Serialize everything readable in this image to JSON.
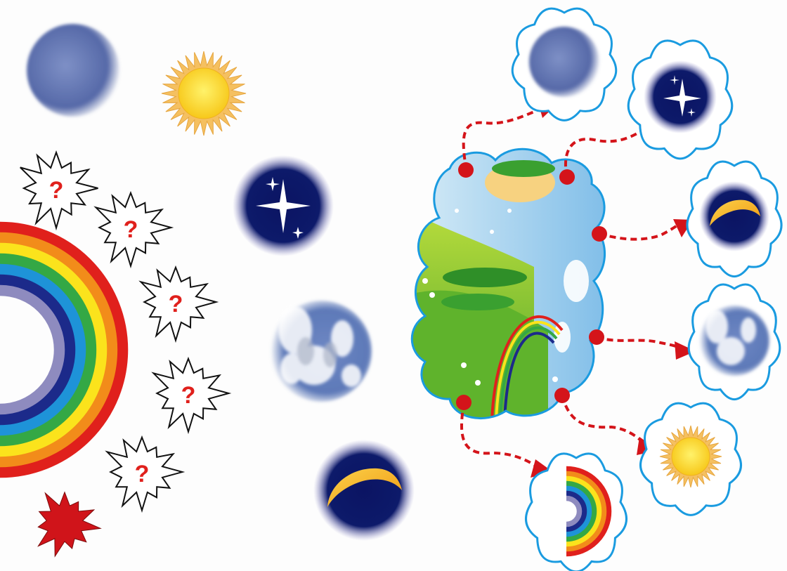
{
  "theme": {
    "rainbow_colors": [
      "#e0201c",
      "#f28c1a",
      "#fbe31c",
      "#34a845",
      "#1e93d8",
      "#1c2a8a",
      "#8e8bbf"
    ],
    "connector_color": "#d4141a",
    "cloud_outline": "#1a9be0",
    "night_sky": "#0e1a66",
    "sun_core": "#fde31f",
    "sun_rays": "#f5c060",
    "moon_crescent": "#f6b61c",
    "burst_red": "#d0141a"
  },
  "left_bursts": [
    {
      "name": "burst-question-1",
      "label": "?"
    },
    {
      "name": "burst-question-2",
      "label": "?"
    },
    {
      "name": "burst-question-3",
      "label": "?"
    },
    {
      "name": "burst-question-4",
      "label": "?"
    },
    {
      "name": "burst-question-5",
      "label": "?"
    }
  ],
  "icons": {
    "left": [
      "blurry-moon-icon",
      "sun-icon",
      "starry-night-icon",
      "cloudy-sky-icon",
      "crescent-moon-icon",
      "rainbow-icon",
      "red-burst-icon"
    ],
    "right_targets": [
      "blurry-moon-icon",
      "starry-night-icon",
      "crescent-moon-icon",
      "cloudy-sky-icon",
      "sun-icon",
      "rainbow-icon"
    ]
  }
}
